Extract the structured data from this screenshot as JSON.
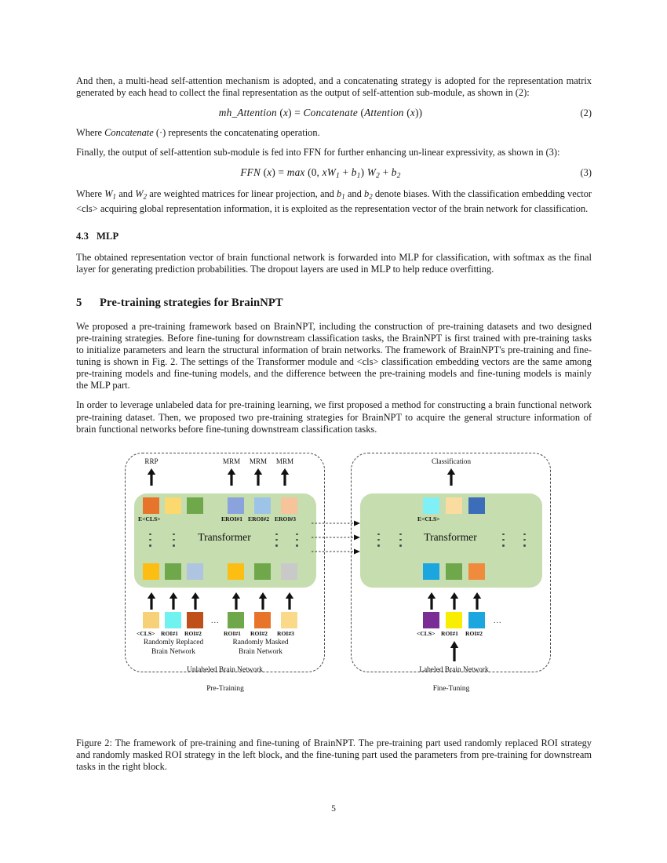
{
  "document": {
    "page_number": "5"
  },
  "body": {
    "para_1": "And then, a multi-head self-attention mechanism is adopted, and a concatenating strategy is adopted for the representation matrix generated by each head to collect the final representation as the output of self-attention sub-module, as shown in (2):",
    "equation_2": {
      "lhs": "mh_Attention",
      "text": "mh_Attention (x) = Concatenate (Attention (x))",
      "number": "(2)"
    },
    "para_2": "Where Concatenate (·) represents the concatenating operation.",
    "para_3": "Finally, the output of self-attention sub-module is fed into FFN for further enhancing un-linear expressivity, as shown in (3):",
    "equation_3": {
      "text": "FFN (x) = max (0, xW1 + b1) W2 + b2",
      "number": "(3)"
    },
    "para_4": "Where W1 and W2 are weighted matrices for linear projection, and b1 and b2 denote biases. With the classification embedding vector <cls> acquiring global representation information, it is exploited as the representation vector of the brain network for classification.",
    "subsection_4_3": {
      "number": "4.3",
      "title": "MLP"
    },
    "para_5": "The obtained representation vector of brain functional network is forwarded into MLP for classification, with softmax as the final layer for generating prediction probabilities. The dropout layers are used in MLP to help reduce overfitting.",
    "section_5": {
      "number": "5",
      "title": "Pre-training strategies for BrainNPT"
    },
    "para_6": "We proposed a pre-training framework based on BrainNPT, including the construction of pre-training datasets and two designed pre-training strategies. Before fine-tuning for downstream classification tasks, the BrainNPT is first trained with pre-training tasks to initialize parameters and learn the structural information of brain networks. The framework of BrainNPT's pre-training and fine-tuning is shown in Fig. 2. The settings of the Transformer module and <cls> classification embedding vectors are the same among pre-training models and fine-tuning models, and the difference between the pre-training models and fine-tuning models is mainly the MLP part.",
    "para_7": "In order to leverage unlabeled data for pre-training learning, we first proposed a method for constructing a brain functional network pre-training dataset. Then, we proposed two pre-training strategies for BrainNPT to acquire the general structure information of brain functional networks before fine-tuning downstream classification tasks."
  },
  "figure": {
    "caption": "Figure 2: The framework of pre-training and fine-tuning of BrainNPT. The pre-training part used randomly replaced ROI strategy and randomly masked ROI strategy in the left block, and the fine-tuning part used the parameters from pre-training for downstream tasks in the right block.",
    "left_block": {
      "bottom_caption": "Pre-Training",
      "container_label": "Unlabeled Brain Network",
      "transformer_label": "Transformer",
      "output_heads": [
        "RRP",
        "MRM",
        "MRM",
        "MRM"
      ],
      "top_embeddings": [
        {
          "label": "E<CLS>",
          "color": "#e8742c"
        },
        {
          "label": "",
          "color": "#fcd96e"
        },
        {
          "label": "",
          "color": "#6fa84a"
        },
        {
          "label": "EROI#1",
          "color": "#8ba3dc"
        },
        {
          "label": "EROI#2",
          "color": "#9dc3e8"
        },
        {
          "label": "EROI#3",
          "color": "#f7c39a"
        }
      ],
      "bottom_embeddings": [
        {
          "color": "#fdbe14"
        },
        {
          "color": "#6fa84a"
        },
        {
          "color": "#afc4e0"
        },
        {
          "color": "#fdbe14"
        },
        {
          "color": "#6fa84a"
        },
        {
          "color": "#c9c9c9"
        }
      ],
      "input_group_a": {
        "tokens": [
          {
            "label": "<CLS>",
            "color": "#f7d177"
          },
          {
            "label": "ROI#1",
            "color": "#6ff2f0"
          },
          {
            "label": "ROI#2",
            "color": "#c0501a"
          }
        ],
        "caption_line1": "Randomly Replaced",
        "caption_line2": "Brain Network"
      },
      "input_group_b": {
        "tokens": [
          {
            "label": "ROI#1",
            "color": "#6fa84a"
          },
          {
            "label": "ROI#2",
            "color": "#e8742c"
          },
          {
            "label": "ROI#3",
            "color": "#fbd98a"
          }
        ],
        "caption_line1": "Randomly Masked",
        "caption_line2": "Brain Network"
      },
      "ellipsis": "..."
    },
    "right_block": {
      "bottom_caption": "Fine-Tuning",
      "container_label": "Labeled Brain Network",
      "transformer_label": "Transformer",
      "output_heads": [
        "Classification"
      ],
      "top_embeddings": [
        {
          "label": "E<CLS>",
          "color": "#7ff0f5"
        },
        {
          "label": "",
          "color": "#fbdca0"
        },
        {
          "label": "",
          "color": "#3b6db8"
        }
      ],
      "bottom_embeddings": [
        {
          "color": "#1ba6e0"
        },
        {
          "color": "#6fa84a"
        },
        {
          "color": "#f08a3c"
        }
      ],
      "input_tokens": [
        {
          "label": "<CLS>",
          "color": "#7b2d96"
        },
        {
          "label": "ROI#1",
          "color": "#faee00"
        },
        {
          "label": "ROI#2",
          "color": "#1ba6e0"
        }
      ],
      "ellipsis": "..."
    },
    "colors": {
      "transformer_fill": "#c5ddaf",
      "block_border": "#4a4a4a",
      "arrow": "#111111"
    }
  }
}
